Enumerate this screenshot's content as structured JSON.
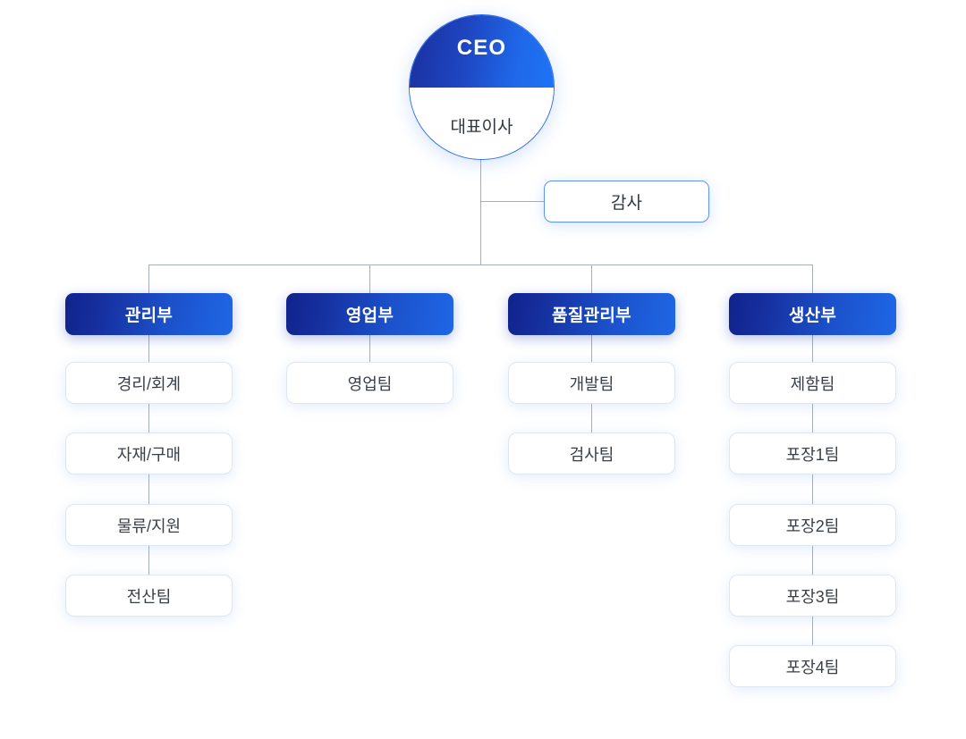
{
  "chart_type": "organization-chart",
  "colors": {
    "header_gradient_from": "#11228c",
    "header_gradient_to": "#1f67e6",
    "ceo_gradient_from": "#1b2f9e",
    "ceo_gradient_to": "#1d74f5",
    "audit_border": "#5b93f5",
    "sub_border": "#dde6f4",
    "connector": "#a8aeb8",
    "text_dark": "#2f3640",
    "text_light": "#ffffff",
    "background": "#ffffff"
  },
  "root": {
    "title": "CEO",
    "subtitle": "대표이사"
  },
  "staff": {
    "label": "감사"
  },
  "departments": [
    {
      "label": "관리부",
      "teams": [
        {
          "label": "경리/회계"
        },
        {
          "label": "자재/구매"
        },
        {
          "label": "물류/지원"
        },
        {
          "label": "전산팀"
        }
      ]
    },
    {
      "label": "영업부",
      "teams": [
        {
          "label": "영업팀"
        }
      ]
    },
    {
      "label": "품질관리부",
      "teams": [
        {
          "label": "개발팀"
        },
        {
          "label": "검사팀"
        }
      ]
    },
    {
      "label": "생산부",
      "teams": [
        {
          "label": "제함팀"
        },
        {
          "label": "포장1팀"
        },
        {
          "label": "포장2팀"
        },
        {
          "label": "포장3팀"
        },
        {
          "label": "포장4팀"
        }
      ]
    }
  ]
}
